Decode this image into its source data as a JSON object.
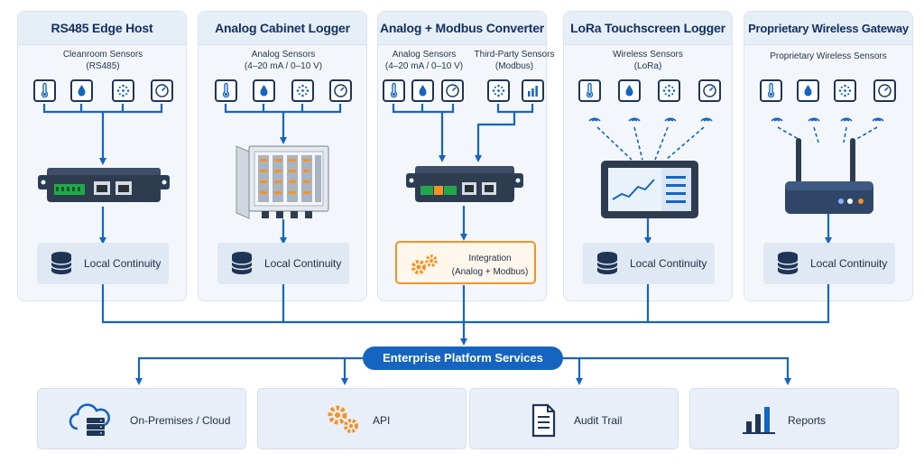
{
  "columns": [
    {
      "title": "RS485 Edge Host",
      "sensor_caption": [
        "Cleanroom Sensors",
        "(RS485)"
      ],
      "icons": [
        "thermometer-icon",
        "droplet-icon",
        "particle-icon",
        "gauge-icon"
      ],
      "output": "Local Continuity"
    },
    {
      "title": "Analog Cabinet Logger",
      "sensor_caption": [
        "Analog Sensors",
        "(4–20 mA / 0–10 V)"
      ],
      "icons": [
        "thermometer-icon",
        "droplet-icon",
        "particle-icon",
        "gauge-icon"
      ],
      "output": "Local Continuity"
    },
    {
      "title": "Analog + Modbus Converter",
      "sensor_caption_left": [
        "Analog Sensors",
        "(4–20 mA / 0–10 V)"
      ],
      "sensor_caption_right": [
        "Third-Party Sensors",
        "(Modbus)"
      ],
      "icons": [
        "thermometer-icon",
        "droplet-icon",
        "gauge-icon",
        "particle-icon",
        "bar-chart-icon"
      ],
      "output": [
        "Integration",
        "(Analog + Modbus)"
      ]
    },
    {
      "title": "LoRa Touchscreen Logger",
      "sensor_caption": [
        "Wireless Sensors",
        "(LoRa)"
      ],
      "icons": [
        "thermometer-icon",
        "droplet-icon",
        "particle-icon",
        "gauge-icon"
      ],
      "output": "Local Continuity"
    },
    {
      "title": "Proprietary Wireless Gateway",
      "sensor_caption": [
        "Proprietary Wireless Sensors"
      ],
      "icons": [
        "thermometer-icon",
        "droplet-icon",
        "particle-icon",
        "gauge-icon"
      ],
      "output": "Local Continuity"
    }
  ],
  "hub": {
    "label": "Enterprise Platform Services"
  },
  "services": [
    {
      "label": "On-Premises / Cloud",
      "icon": "cloud-server-icon"
    },
    {
      "label": "API",
      "icon": "gears-icon"
    },
    {
      "label": "Audit Trail",
      "icon": "document-icon"
    },
    {
      "label": "Reports",
      "icon": "bar-chart-icon"
    }
  ],
  "colors": {
    "line": "#1565c0",
    "accent": "#f39323",
    "panel": "#f3f7fc",
    "header": "#e6eef8",
    "box": "#dfe8f3",
    "ink": "#1f3556"
  }
}
